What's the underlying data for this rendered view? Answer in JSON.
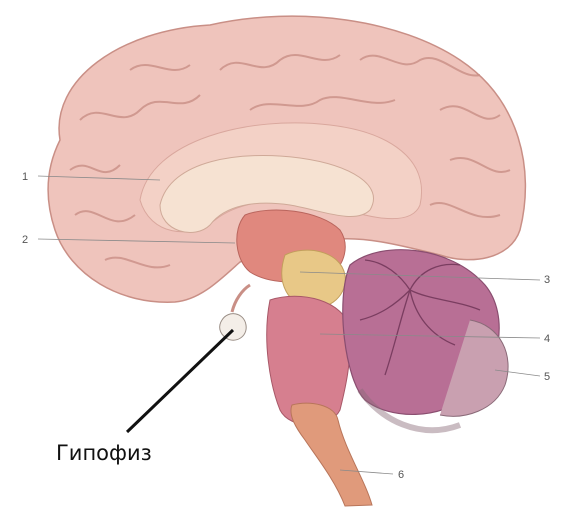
{
  "labels": {
    "n1": "1",
    "n2": "2",
    "n3": "3",
    "n4": "4",
    "n5": "5",
    "n6": "6",
    "pituitary": "Гипофиз"
  },
  "colors": {
    "cortex": "#efc4bc",
    "cortex_shadow": "#c98f86",
    "corpus_callosum": "#f6e2d2",
    "thalamus": "#e0887e",
    "midbrain": "#e8c887",
    "brainstem": "#d67f8f",
    "cerebellum": "#b86f95",
    "spinal_cord": "#e09a7b"
  }
}
